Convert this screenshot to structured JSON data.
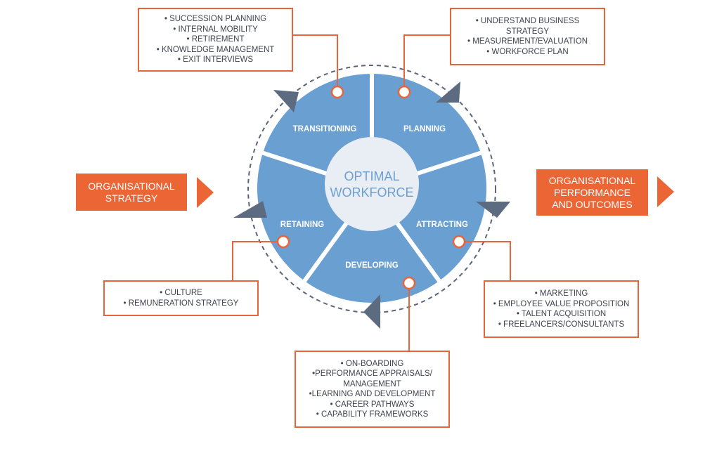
{
  "center": {
    "line1": "OPTIMAL",
    "line2": "WORKFORCE"
  },
  "segments": [
    {
      "id": "planning",
      "label": "PLANNING"
    },
    {
      "id": "attracting",
      "label": "ATTRACTING"
    },
    {
      "id": "developing",
      "label": "DEVELOPING"
    },
    {
      "id": "retaining",
      "label": "RETAINING"
    },
    {
      "id": "transitioning",
      "label": "TRANSITIONING"
    }
  ],
  "boxes": {
    "transitioning": [
      "• SUCCESSION PLANNING",
      "• INTERNAL MOBILITY",
      "• RETIREMENT",
      "• KNOWLEDGE MANAGEMENT",
      "• EXIT INTERVIEWS"
    ],
    "planning": [
      "• UNDERSTAND BUSINESS",
      "STRATEGY",
      "• MEASUREMENT/EVALUATION",
      "• WORKFORCE PLAN"
    ],
    "retaining": [
      "• CULTURE",
      "• REMUNERATION STRATEGY"
    ],
    "attracting": [
      "• MARKETING",
      "• EMPLOYEE VALUE PROPOSITION",
      "• TALENT ACQUISITION",
      "• FREELANCERS/CONSULTANTS"
    ],
    "developing": [
      "• ON-BOARDING",
      "•PERFORMANCE APPRAISALS/",
      "MANAGEMENT",
      "•LEARNING AND DEVELOPMENT",
      "• CAREER PATHWAYS",
      "• CAPABILITY FRAMEWORKS"
    ]
  },
  "inputs": {
    "line1": "ORGANISATIONAL",
    "line2": "STRATEGY"
  },
  "outputs": {
    "line1": "ORGANISATIONAL",
    "line2": "PERFORMANCE",
    "line3": "AND OUTCOMES"
  },
  "colors": {
    "segment": "#6a9fd2",
    "segment_gap": "#ffffff",
    "center": "#e9edf4",
    "center_text": "#6a9fd2",
    "accent": "#ec6535",
    "box_border": "#e8643a",
    "dashed_ring": "#5b6577",
    "arrow": "#5c6b80",
    "box_text": "#3f4450"
  }
}
